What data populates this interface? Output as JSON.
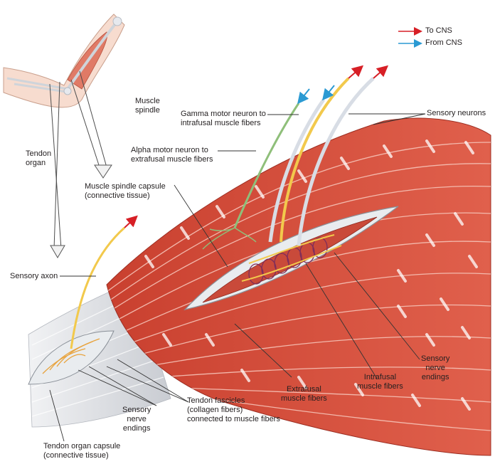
{
  "legend": {
    "to_cns": {
      "label": "To CNS",
      "color": "#d71f26"
    },
    "from_cns": {
      "label": "From CNS",
      "color": "#2b9ad3"
    }
  },
  "labels": {
    "muscle_spindle": "Muscle\nspindle",
    "tendon_organ": "Tendon\norgan",
    "gamma_motor": "Gamma motor neuron to\nintrafusal muscle fibers",
    "sensory_neurons": "Sensory neurons",
    "alpha_motor": "Alpha motor neuron to\nextrafusal muscle fibers",
    "spindle_capsule": "Muscle spindle capsule\n(connective tissue)",
    "sensory_axon": "Sensory axon",
    "sensory_endings_right": "Sensory\nnerve\nendings",
    "intrafusal": "Intrafusal\nmuscle fibers",
    "extrafusal": "Extrafusal\nmuscle fibers",
    "tendon_fascicles": "Tendon fascicles\n(collagen fibers)\nconnected to muscle fibers",
    "sensory_endings_left": "Sensory\nnerve\nendings",
    "tendon_capsule": "Tendon organ capsule\n(connective tissue)"
  },
  "colors": {
    "muscle": "#d9503f",
    "muscle_dark": "#b8372b",
    "stripe": "#f4b2a5",
    "tendon": "#dcdfe4",
    "sensory_nerve": "#f2c94c",
    "motor_nerve": "#8fbf7a"
  }
}
